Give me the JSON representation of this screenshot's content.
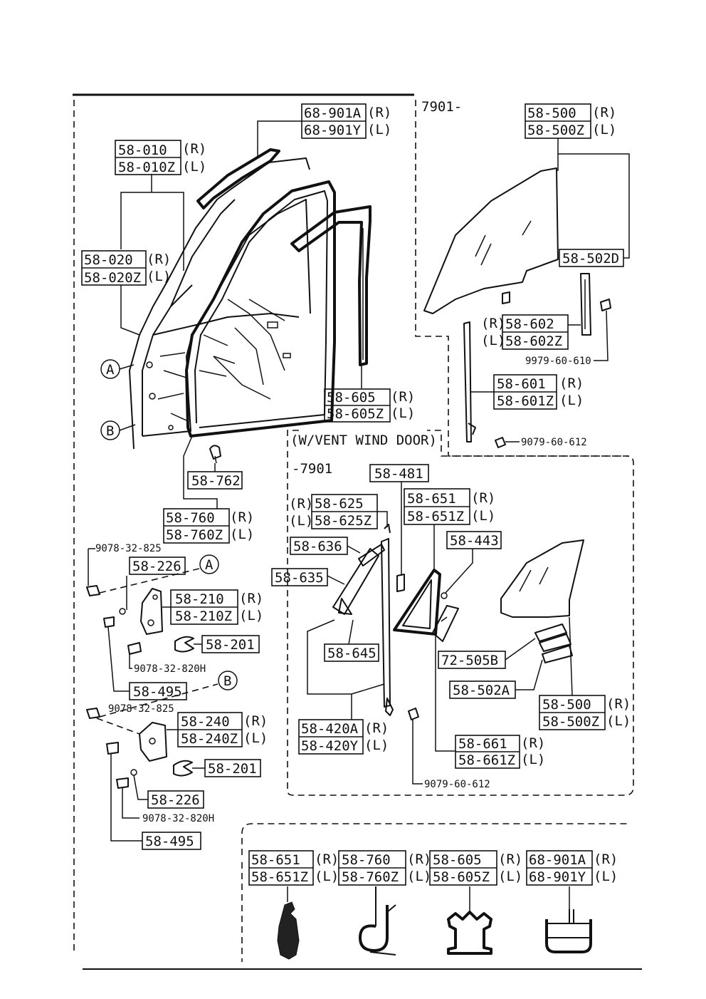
{
  "labels": {
    "door_outer_rh": "58-010",
    "door_outer_lh": "58-010Z",
    "door_outer_r": "(R)",
    "door_outer_l": "(L)",
    "door_inner_rh": "58-020",
    "door_inner_lh": "58-020Z",
    "door_inner_r": "(R)",
    "door_inner_l": "(L)",
    "run_channel_rh": "68-901A",
    "run_channel_lh": "68-901Y",
    "run_channel_r": "(R)",
    "run_channel_l": "(L)",
    "glass_run_rh": "58-605",
    "glass_run_lh": "58-605Z",
    "glass_run_r": "(R)",
    "glass_run_l": "(L)",
    "clip": "58-762",
    "weatherstrip_rh": "58-760",
    "weatherstrip_lh": "58-760Z",
    "weatherstrip_r": "(R)",
    "weatherstrip_l": "(L)",
    "marker_a": "A",
    "marker_b": "B",
    "bolt_upper": "9078-32-825",
    "washer_upper": "58-226",
    "hinge_upper_rh": "58-210",
    "hinge_upper_lh": "58-210Z",
    "hinge_upper_r": "(R)",
    "hinge_upper_l": "(L)",
    "cover_upper": "58-201",
    "bolt_upper_h": "9078-32-820H",
    "pin_upper": "58-495",
    "bolt_lower": "9078-32-825",
    "hinge_lower_rh": "58-240",
    "hinge_lower_lh": "58-240Z",
    "hinge_lower_r": "(R)",
    "hinge_lower_l": "(L)",
    "cover_lower": "58-201",
    "washer_lower": "58-226",
    "bolt_lower_h": "9078-32-820H",
    "pin_lower": "58-495",
    "from_7901": "7901-",
    "glass_rh": "58-500",
    "glass_lh": "58-500Z",
    "glass_r": "(R)",
    "glass_l": "(L)",
    "glass_bracket": "58-502D",
    "channel_r_tag": "(R)",
    "channel_l_tag": "(L)",
    "channel_rh": "58-602",
    "channel_lh": "58-602Z",
    "channel_screw": "9979-60-610",
    "sash_rh": "58-601",
    "sash_lh": "58-601Z",
    "sash_r": "(R)",
    "sash_l": "(L)",
    "sash_screw": "9079-60-612",
    "vent_title": "(W/VENT WIND DOOR)",
    "until_7901": "-7901",
    "vent_part_481": "58-481",
    "vent_seal_r_tag": "(R)",
    "vent_seal_l_tag": "(L)",
    "vent_seal_rh": "58-625",
    "vent_seal_lh": "58-625Z",
    "vent_frame_rh": "58-651",
    "vent_frame_lh": "58-651Z",
    "vent_frame_r": "(R)",
    "vent_frame_l": "(L)",
    "vent_part_636": "58-636",
    "vent_part_443": "58-443",
    "vent_part_635": "58-635",
    "vent_part_645": "58-645",
    "vent_part_505b": "72-505B",
    "vent_part_502a": "58-502A",
    "vent_glass_rh": "58-500",
    "vent_glass_lh": "58-500Z",
    "vent_glass_r": "(R)",
    "vent_glass_l": "(L)",
    "division_rh": "58-420A",
    "division_lh": "58-420Y",
    "division_r": "(R)",
    "division_l": "(L)",
    "vent_glass_frame_rh": "58-661",
    "vent_glass_frame_lh": "58-661Z",
    "vent_glass_frame_r": "(R)",
    "vent_glass_frame_l": "(L)",
    "vent_screw": "9079-60-612",
    "sec_1_rh": "58-651",
    "sec_1_lh": "58-651Z",
    "sec_1_r": "(R)",
    "sec_1_l": "(L)",
    "sec_2_rh": "58-760",
    "sec_2_lh": "58-760Z",
    "sec_2_r": "(R)",
    "sec_2_l": "(L)",
    "sec_3_rh": "58-605",
    "sec_3_lh": "58-605Z",
    "sec_3_r": "(R)",
    "sec_3_l": "(L)",
    "sec_4_rh": "68-901A",
    "sec_4_lh": "68-901Y",
    "sec_4_r": "(R)",
    "sec_4_l": "(L)"
  }
}
